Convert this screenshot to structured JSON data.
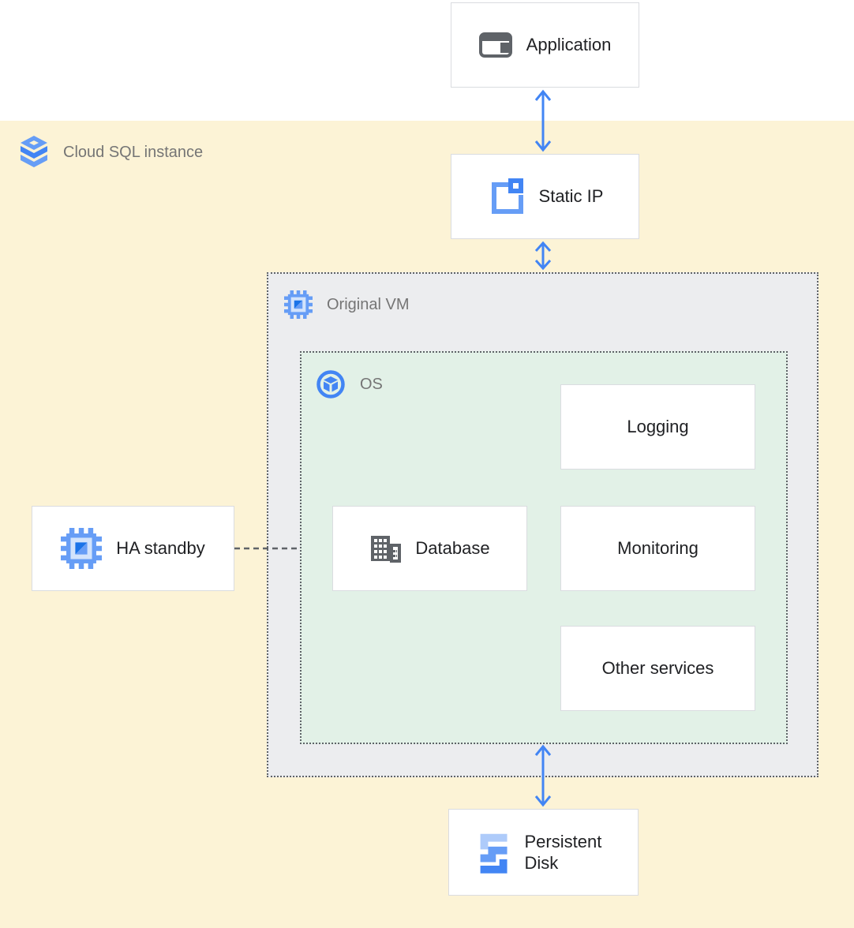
{
  "diagram": {
    "type": "architecture-diagram",
    "zones": {
      "cloud_sql": {
        "label": "Cloud SQL instance",
        "fill": "#FCF3D6"
      },
      "original_vm": {
        "label": "Original VM",
        "fill": "#ECEDEF",
        "border_style": "dotted",
        "border_color": "#5F6368"
      },
      "os": {
        "label": "OS",
        "fill": "#E2F1E7",
        "border_style": "dotted",
        "border_color": "#5F6368"
      }
    },
    "nodes": {
      "application": {
        "label": "Application",
        "icon": "application-window-icon"
      },
      "static_ip": {
        "label": "Static IP",
        "icon": "static-ip-icon"
      },
      "logging": {
        "label": "Logging"
      },
      "database": {
        "label": "Database",
        "icon": "building-icon"
      },
      "monitoring": {
        "label": "Monitoring"
      },
      "other_services": {
        "label": "Other services"
      },
      "ha_standby": {
        "label": "HA standby",
        "icon": "compute-engine-chip-icon"
      },
      "persistent_disk": {
        "label": "Persistent Disk",
        "icon": "persistent-disk-icon"
      }
    },
    "connections": [
      {
        "from": "application",
        "to": "static_ip",
        "type": "bidirectional-arrow",
        "color": "#4285F4"
      },
      {
        "from": "static_ip",
        "to": "original_vm",
        "type": "bidirectional-arrow",
        "color": "#4285F4"
      },
      {
        "from": "os",
        "to": "persistent_disk",
        "type": "bidirectional-arrow",
        "color": "#4285F4"
      },
      {
        "from": "ha_standby",
        "to": "os",
        "type": "dashed-line",
        "color": "#5F6368"
      }
    ],
    "colors": {
      "arrow_blue": "#4285F4",
      "icon_blue_dark": "#4285F4",
      "icon_blue_medium": "#669DF6",
      "icon_blue_light": "#AECBFA",
      "icon_blue_pale": "#D2E3FC",
      "icon_gray": "#5F6368",
      "node_border": "#DADCE0",
      "node_text": "#202124",
      "zone_label_text": "#757575",
      "cloud_sql_zone_fill": "#FCF3D6",
      "vm_zone_fill": "#ECEDEF",
      "os_zone_fill": "#E2F1E7"
    }
  }
}
